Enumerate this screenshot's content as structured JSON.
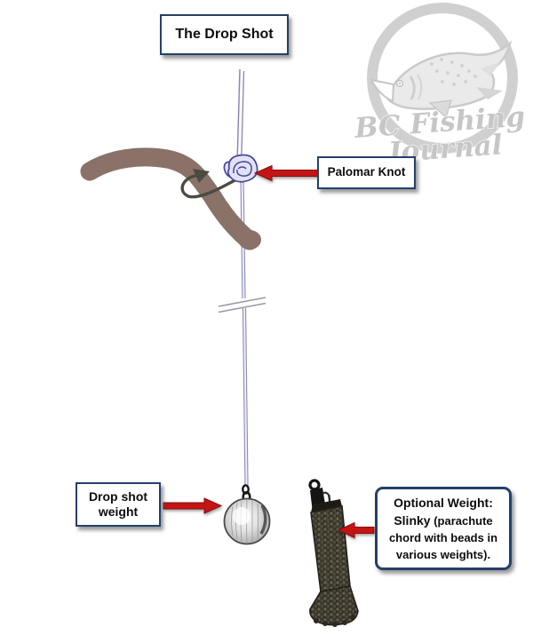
{
  "diagram": {
    "title": "The Drop Shot",
    "type": "fishing-rig-diagram"
  },
  "logo": {
    "line1": "BC Fishing",
    "line2": "Journal"
  },
  "labels": {
    "palomar": {
      "label": "Palomar Knot"
    },
    "dropshot": {
      "line1": "Drop shot",
      "line2": "weight"
    },
    "optional": {
      "line1": "Optional Weight:",
      "line2_bold": "Slinky",
      "line2_rest": " (parachute",
      "line3": "chord with beads in",
      "line4": "various weights)."
    }
  },
  "colors": {
    "box_border": "#24406b",
    "arrow_red": "#c41414",
    "arrow_red_edge": "#8a0e0e",
    "line_purple": "#8a8ab8",
    "line_highlight": "#f0f0fa",
    "knot_fill": "#e2e2f4",
    "knot_outline": "#4646a0",
    "worm_brown": "#8a7269",
    "hook_gray": "#4b4b41",
    "slinky_dark": "#3a372c",
    "logo_gray": "#c9c9c9",
    "weight_gray": "#b8b8b8"
  }
}
